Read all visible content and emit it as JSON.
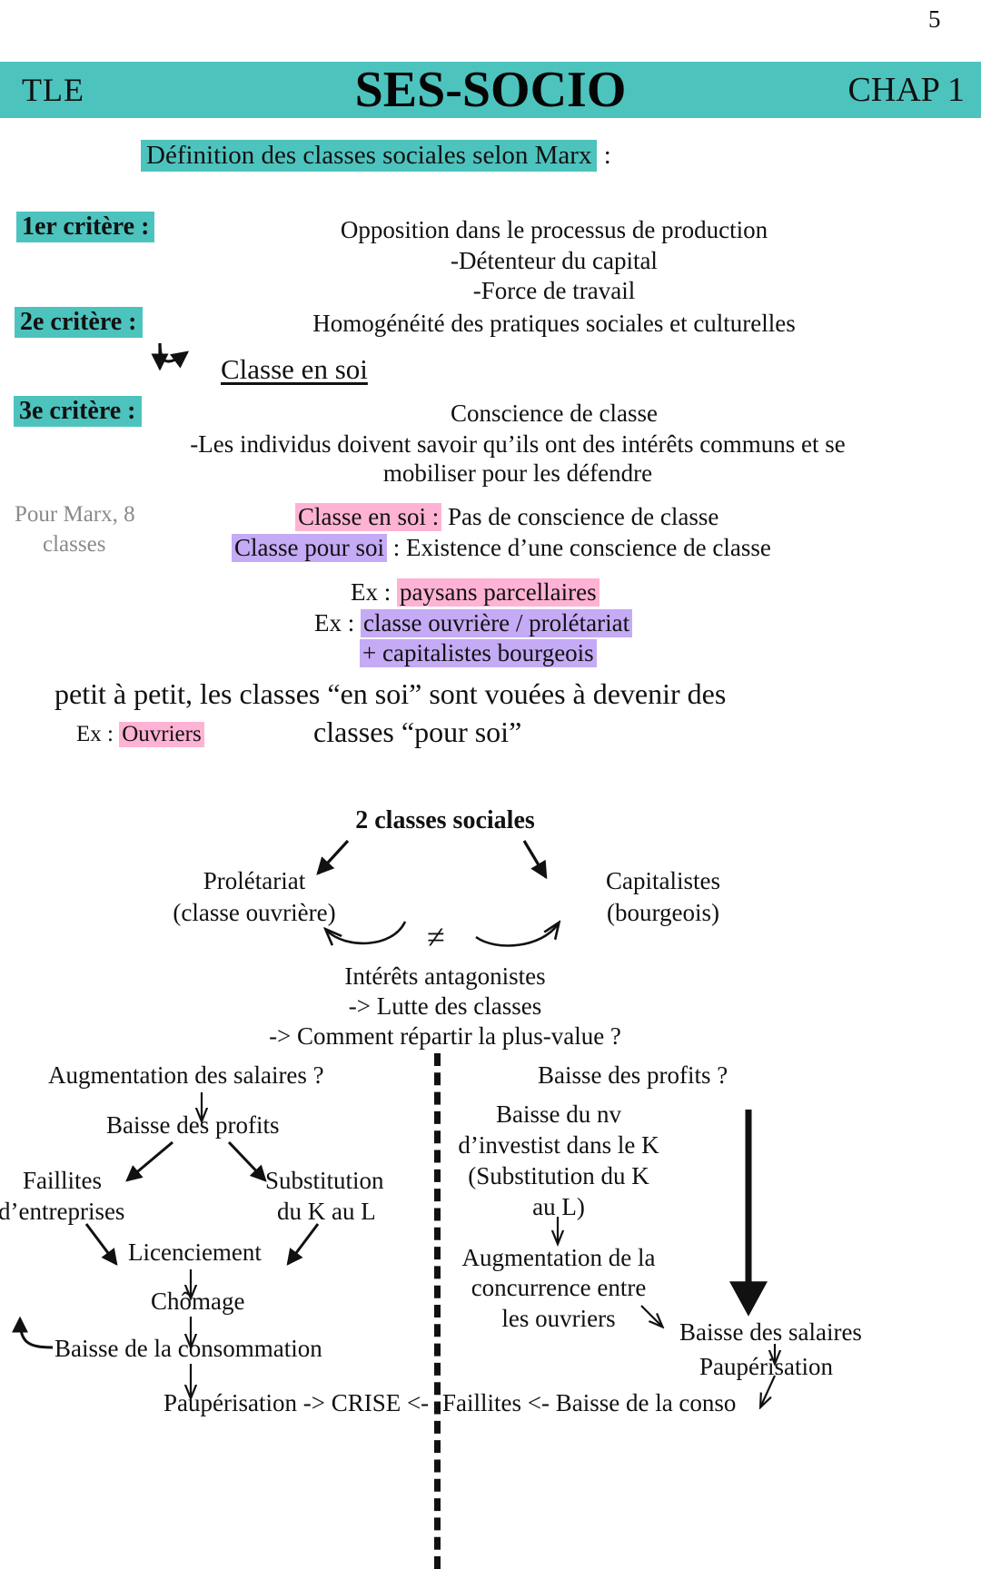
{
  "page": {
    "number": "5",
    "colors": {
      "teal": "#4dc3be",
      "pink": "#ffb3d4",
      "purple": "#c5aaf5",
      "gray_note": "#8a8a8a",
      "text": "#111111"
    }
  },
  "header": {
    "level": "TLE",
    "title": "SES-SOCIO",
    "chapter": "CHAP 1"
  },
  "section_title": {
    "highlight": "Définition des classes sociales selon Marx",
    "suffix": " :"
  },
  "criteria": [
    {
      "label": "1er critère :",
      "lines": [
        "Opposition dans le processus de production",
        "-Détenteur du capital",
        "-Force de travail"
      ]
    },
    {
      "label": "2e critère :",
      "lines": [
        "Homogénéité des pratiques sociales et culturelles"
      ],
      "result": "Classe en soi"
    },
    {
      "label": "3e critère :",
      "lines": [
        "Conscience de classe",
        "-Les individus doivent savoir qu’ils ont des intérêts communs et se",
        "mobiliser pour les défendre"
      ]
    }
  ],
  "side_note": {
    "line1": "Pour Marx, 8",
    "line2": "classes"
  },
  "definitions": [
    {
      "term": "Classe en soi :",
      "highlight": "pink",
      "text": " Pas de conscience de classe"
    },
    {
      "term": "Classe pour soi",
      "highlight": "purple",
      "text": " : Existence d’une conscience de classe"
    }
  ],
  "examples": [
    {
      "prefix": "Ex : ",
      "value": "paysans parcellaires",
      "highlight": "pink"
    },
    {
      "prefix": "Ex : ",
      "value": "classe ouvrière / prolétariat",
      "highlight": "purple"
    },
    {
      "prefix": "",
      "value": "+ capitalistes bourgeois",
      "highlight": "purple"
    }
  ],
  "statement": {
    "line1": "petit à petit, les classes “en soi” sont vouées à devenir des",
    "line2": "classes “pour soi”",
    "example_prefix": "Ex : ",
    "example_value": "Ouvriers"
  },
  "class_diagram": {
    "title": "2 classes sociales",
    "left": {
      "line1": "Prolétariat",
      "line2": "(classe ouvrière)"
    },
    "right": {
      "line1": "Capitalistes",
      "line2": "(bourgeois)"
    },
    "relation_symbol": "≠",
    "conclusions": [
      "Intérêts antagonistes",
      "-> Lutte des classes",
      "-> Comment répartir la plus-value ?"
    ]
  },
  "crisis_diagram": {
    "left": {
      "head": "Augmentation des salaires ?",
      "node_profits": "Baisse des profits",
      "node_faillites_l1": "Faillites",
      "node_faillites_l2": "d’entreprises",
      "node_substitution_l1": "Substitution",
      "node_substitution_l2": "du K au L",
      "node_licenciement": "Licenciement",
      "node_chomage": "Chômage",
      "node_baisse_conso": "Baisse de la consommation",
      "node_final": "Paupérisation -> CRISE <-"
    },
    "right": {
      "head": "Baisse des profits ?",
      "node_invest_l1": "Baisse du nv",
      "node_invest_l2": "d’investist dans le K",
      "node_invest_l3": "(Substitution du K",
      "node_invest_l4": "au L)",
      "node_concurrence_l1": "Augmentation de la",
      "node_concurrence_l2": "concurrence entre",
      "node_concurrence_l3": "les ouvriers",
      "node_baisse_salaires": "Baisse des salaires",
      "node_pauperisation": "Paupérisation",
      "node_final": "Faillites <- Baisse de la conso"
    }
  }
}
